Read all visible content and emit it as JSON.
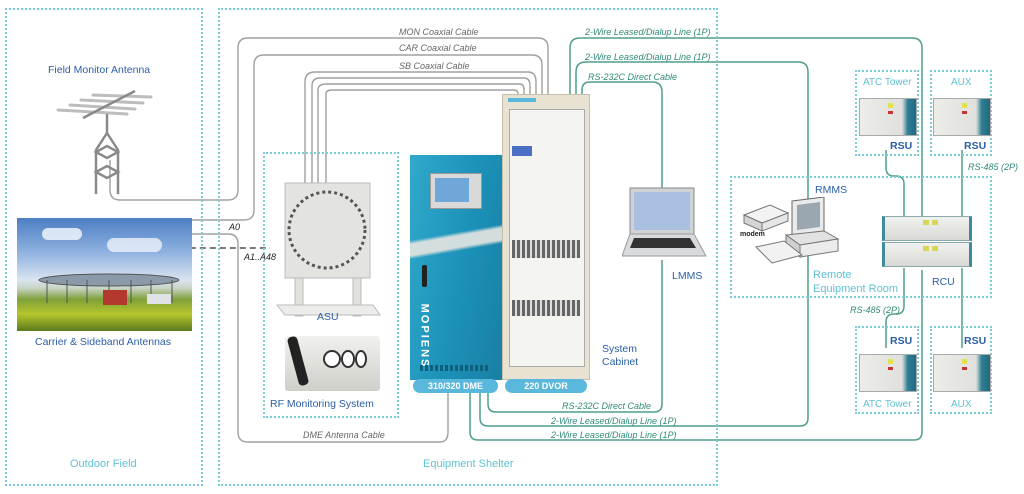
{
  "zones": {
    "outdoor_field": "Outdoor Field",
    "equipment_shelter": "Equipment Shelter",
    "remote_equipment_room": "Remote\nEquipment Room",
    "atc_tower_top": "ATC Tower",
    "aux_top": "AUX",
    "atc_tower_bottom": "ATC Tower",
    "aux_bottom": "AUX"
  },
  "devices": {
    "field_monitor_antenna": "Field Monitor Antenna",
    "carrier_sideband_antennas": "Carrier & Sideband Antennas",
    "asu": "ASU",
    "rf_monitoring_system": "RF Monitoring System",
    "system_cabinet_line1": "System",
    "system_cabinet_line2": "Cabinet",
    "dme_badge": "310/320 DME",
    "dvor_badge": "220 DVOR",
    "dme_brand": "MOPIENS",
    "lmms": "LMMS",
    "rmms": "RMMS",
    "modem": "modem",
    "rcu": "RCU",
    "rsu_atc_top": "RSU",
    "rsu_aux_top": "RSU",
    "rsu_atc_bottom": "RSU",
    "rsu_aux_bottom": "RSU"
  },
  "cables": {
    "mon_coax": "MON Coaxial Cable",
    "car_coax": "CAR Coaxial Cable",
    "sb_coax": "SB Coaxial Cable",
    "leased_top_1": "2-Wire Leased/Dialup Line (1P)",
    "leased_top_2": "2-Wire Leased/Dialup Line (1P)",
    "rs232_top": "RS-232C Direct Cable",
    "rs232_bottom": "RS-232C Direct Cable",
    "leased_bottom_1": "2-Wire Leased/Dialup Line (1P)",
    "leased_bottom_2": "2-Wire Leased/Dialup Line (1P)",
    "dme_antenna": "DME Antenna Cable",
    "rs485_top": "RS-485 (2P)",
    "rs485_bottom": "RS-485 (2P)"
  },
  "signals": {
    "a0": "A0",
    "a1_a48": "A1..A48"
  },
  "colors": {
    "zone_border": "#7ccbd9",
    "zone_label": "#5ec2d4",
    "device_label": "#2a5ea8",
    "gray_cable": "#9a9a9a",
    "green_cable": "#4f9e8e",
    "badge": "#5ab8dd",
    "dme_cabinet": "#1f9bbf",
    "dvor_cabinet": "#e6e0d0"
  }
}
